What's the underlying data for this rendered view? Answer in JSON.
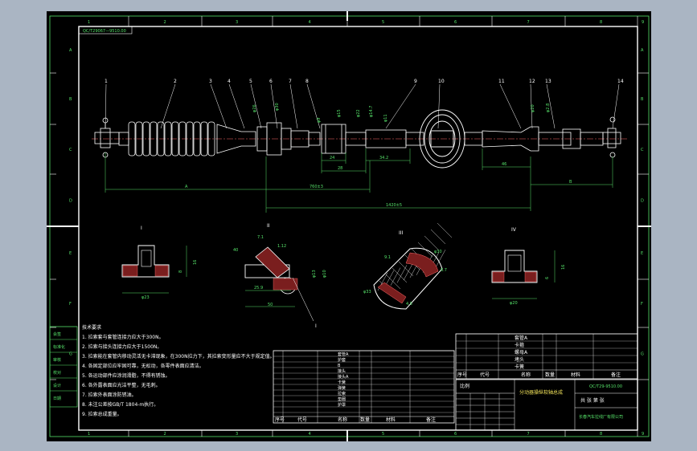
{
  "drawing": {
    "border_colors": {
      "background": "#aab5c3",
      "sheet": "#000000",
      "frame": "#ffffff",
      "dimension": "#56e36a",
      "part": "#ffffff",
      "hatch": "#ff6b6b",
      "title_text": "#f2e35a"
    },
    "zone_columns": [
      "1",
      "2",
      "3",
      "4",
      "5",
      "6",
      "7",
      "8",
      "9"
    ],
    "zone_rows": [
      "A",
      "B",
      "C",
      "D",
      "E",
      "F",
      "G"
    ],
    "stamp_top_left": "QC/T29067—9510.00",
    "part_numbers": [
      "1",
      "2",
      "3",
      "4",
      "5",
      "6",
      "7",
      "8",
      "9",
      "10",
      "11",
      "12",
      "13",
      "14"
    ],
    "dimensions": {
      "a_label": "A",
      "b_label": "B",
      "d760": "760±3",
      "d1420": "1420±5",
      "d24": "24",
      "d28": "28",
      "d34_2": "34.2",
      "d46": "46",
      "phi26": "φ26",
      "phi30": "φ30",
      "phi9": "φ9",
      "phi15": "φ15",
      "phi22": "φ22",
      "phi14_7": "φ14.7",
      "phi11": "φ11",
      "phi20": "φ20",
      "phi2_8": "φ2.8"
    },
    "section_views": [
      {
        "id": "I",
        "label": "I",
        "dims": [
          "φ23",
          "16",
          "8"
        ]
      },
      {
        "id": "II",
        "label": "II",
        "dims": [
          "40",
          "7.1",
          "1.12",
          "φ10",
          "φ13",
          "25.9",
          "50",
          "I"
        ]
      },
      {
        "id": "III",
        "label": "III",
        "dims": [
          "9.1",
          "φ30",
          "φ33",
          "8.7",
          "4.5"
        ]
      },
      {
        "id": "IV",
        "label": "IV",
        "dims": [
          "φ20",
          "16",
          "6"
        ]
      }
    ],
    "tech_req_title": "技术要求",
    "tech_req_items": [
      "1. 拉索套与套管连接力应大于300N。",
      "2. 拉索与接头连接力应大于1500N。",
      "3. 拉索能在套管内移动灵活无卡滞现象，在300N拉力下，其拉索变形量应不大于规定值。",
      "4. 各固定部位应牢固可靠，无松动，各零件表面应清洁。",
      "5. 各运动部件应涂润滑脂，不得有锈蚀。",
      "6. 各外露表面应光洁平整，无毛刺。",
      "7. 拉索外表面涂防锈油。",
      "8. 未注公差按GB/T 1804-m执行。",
      "9. 拉索总成重量。"
    ],
    "left_side_labels": [
      "会签",
      "标准化",
      "审核",
      "校对",
      "设计",
      "日期"
    ],
    "bom_mid_rows": [
      "套管A",
      "护套",
      "B",
      "接头",
      "接头A",
      "卡簧",
      "弹簧",
      "拉索",
      "垫圈",
      "护罩",
      "",
      ""
    ],
    "bom_mid_header": [
      "序号",
      "代号",
      "名称",
      "数量",
      "材料",
      "备注"
    ],
    "bom_right_rows": [
      "套管A",
      "卡箍",
      "螺母A",
      "堵头",
      "卡簧"
    ],
    "bom_right_header": [
      "序号",
      "代号",
      "名称",
      "数量",
      "材料",
      "备注"
    ],
    "title_block": {
      "drawing_name": "分动器操纵软轴总成",
      "drawing_code": "QC/T29-9510.00",
      "company": "长春汽车拉线厂有限公司",
      "scale_label": "比例",
      "sheet_label": "共 张 第 张"
    }
  }
}
